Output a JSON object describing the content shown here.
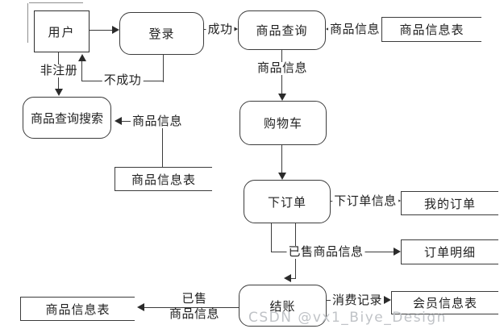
{
  "diagram": {
    "title_hint": "e-commerce shopping data flow diagram",
    "entity": {
      "user": "用户"
    },
    "processes": {
      "login": "登录",
      "product_query": "商品查询",
      "product_search": "商品查询搜索",
      "cart": "购物车",
      "place_order": "下订单",
      "checkout": "结账"
    },
    "stores": {
      "product_info_top": "商品信息表",
      "product_info_mid": "商品信息表",
      "my_orders": "我的订单",
      "order_detail": "订单明细",
      "member_info": "会员信息表",
      "product_info_bottom": "商品信息表"
    },
    "flow_labels": {
      "success": "成功",
      "not_success": "不成功",
      "not_registered": "非注册",
      "product_info_query": "商品信息",
      "product_info_cart": "商品信息",
      "product_info_search": "商品信息",
      "order_info": "下订单信息",
      "sold_product_info": "已售商品信息",
      "consume_record": "消费记录",
      "sold_line1": "已售",
      "sold_line2": "商品信息"
    },
    "colors": {
      "line": "#3c3c3c",
      "entity_shadow": "#8f8f8f",
      "background": "#ffffff",
      "watermark": "#c0c3c7"
    }
  },
  "watermark": "CSDN @vx1_Biye_Design"
}
